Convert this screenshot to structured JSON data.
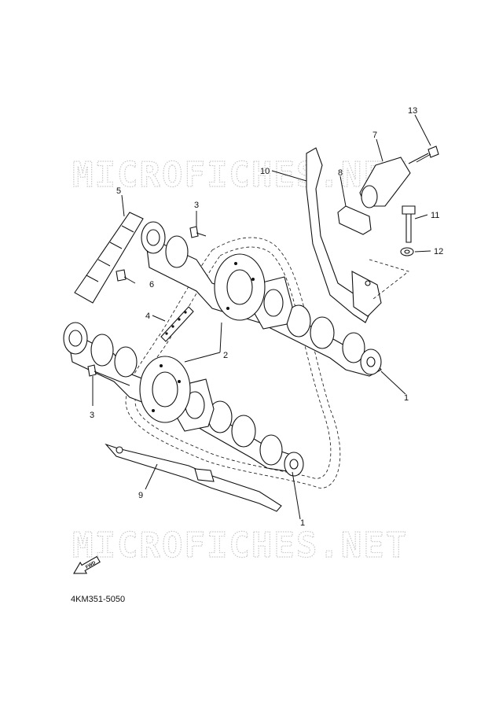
{
  "watermark": {
    "top": "MICROFICHES.NET",
    "bottom": "MICROFICHES.NET"
  },
  "callouts": {
    "c1_upper": "1",
    "c1_lower": "1",
    "c2": "2",
    "c3_upper": "3",
    "c3_lower": "3",
    "c4": "4",
    "c5": "5",
    "c6": "6",
    "c7": "7",
    "c8": "8",
    "c9": "9",
    "c10": "10",
    "c11": "11",
    "c12": "12",
    "c13": "13"
  },
  "fwd_label": "FWD",
  "diagram_code": "4KM351-5050",
  "icons": [
    "fwd-arrow-icon"
  ]
}
